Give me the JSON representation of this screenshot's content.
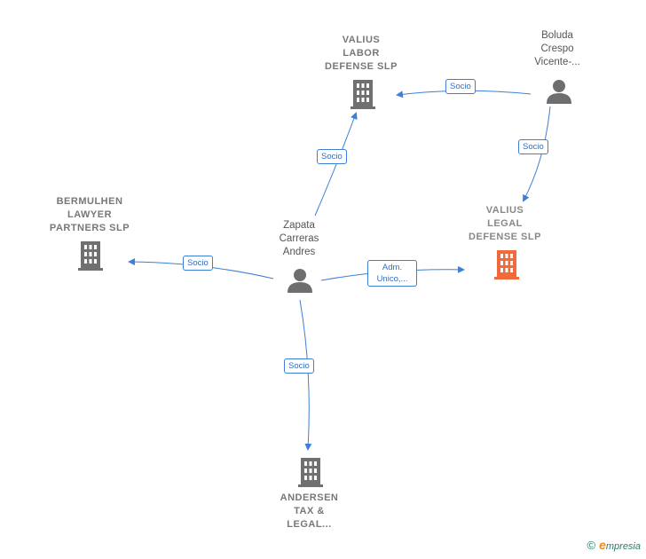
{
  "nodes": {
    "valius_labor": {
      "label": "VALIUS\nLABOR\nDEFENSE  SLP",
      "type": "company"
    },
    "boluda": {
      "label": "Boluda\nCrespo\nVicente-...",
      "type": "person"
    },
    "bermulhen": {
      "label": "BERMULHEN\nLAWYER\nPARTNERS  SLP",
      "type": "company"
    },
    "valius_legal": {
      "label": "VALIUS\nLEGAL\nDEFENSE  SLP",
      "type": "company-focus"
    },
    "zapata": {
      "label": "Zapata\nCarreras\nAndres",
      "type": "person"
    },
    "andersen": {
      "label": "ANDERSEN\nTAX &\nLEGAL...",
      "type": "company"
    }
  },
  "edges": {
    "zapata_valius_labor": "Socio",
    "boluda_valius_labor": "Socio",
    "boluda_valius_legal": "Socio",
    "zapata_bermulhen": "Socio",
    "zapata_valius_legal": "Adm.\nUnico,...",
    "zapata_andersen": "Socio"
  },
  "colors": {
    "edge": "#3d7fd6",
    "company_icon": "#707070",
    "focus_icon": "#f26a3b",
    "person_icon": "#6e6e6e"
  },
  "footer": {
    "copyright": "©",
    "brand_first": "e",
    "brand_rest": "mpresia"
  }
}
